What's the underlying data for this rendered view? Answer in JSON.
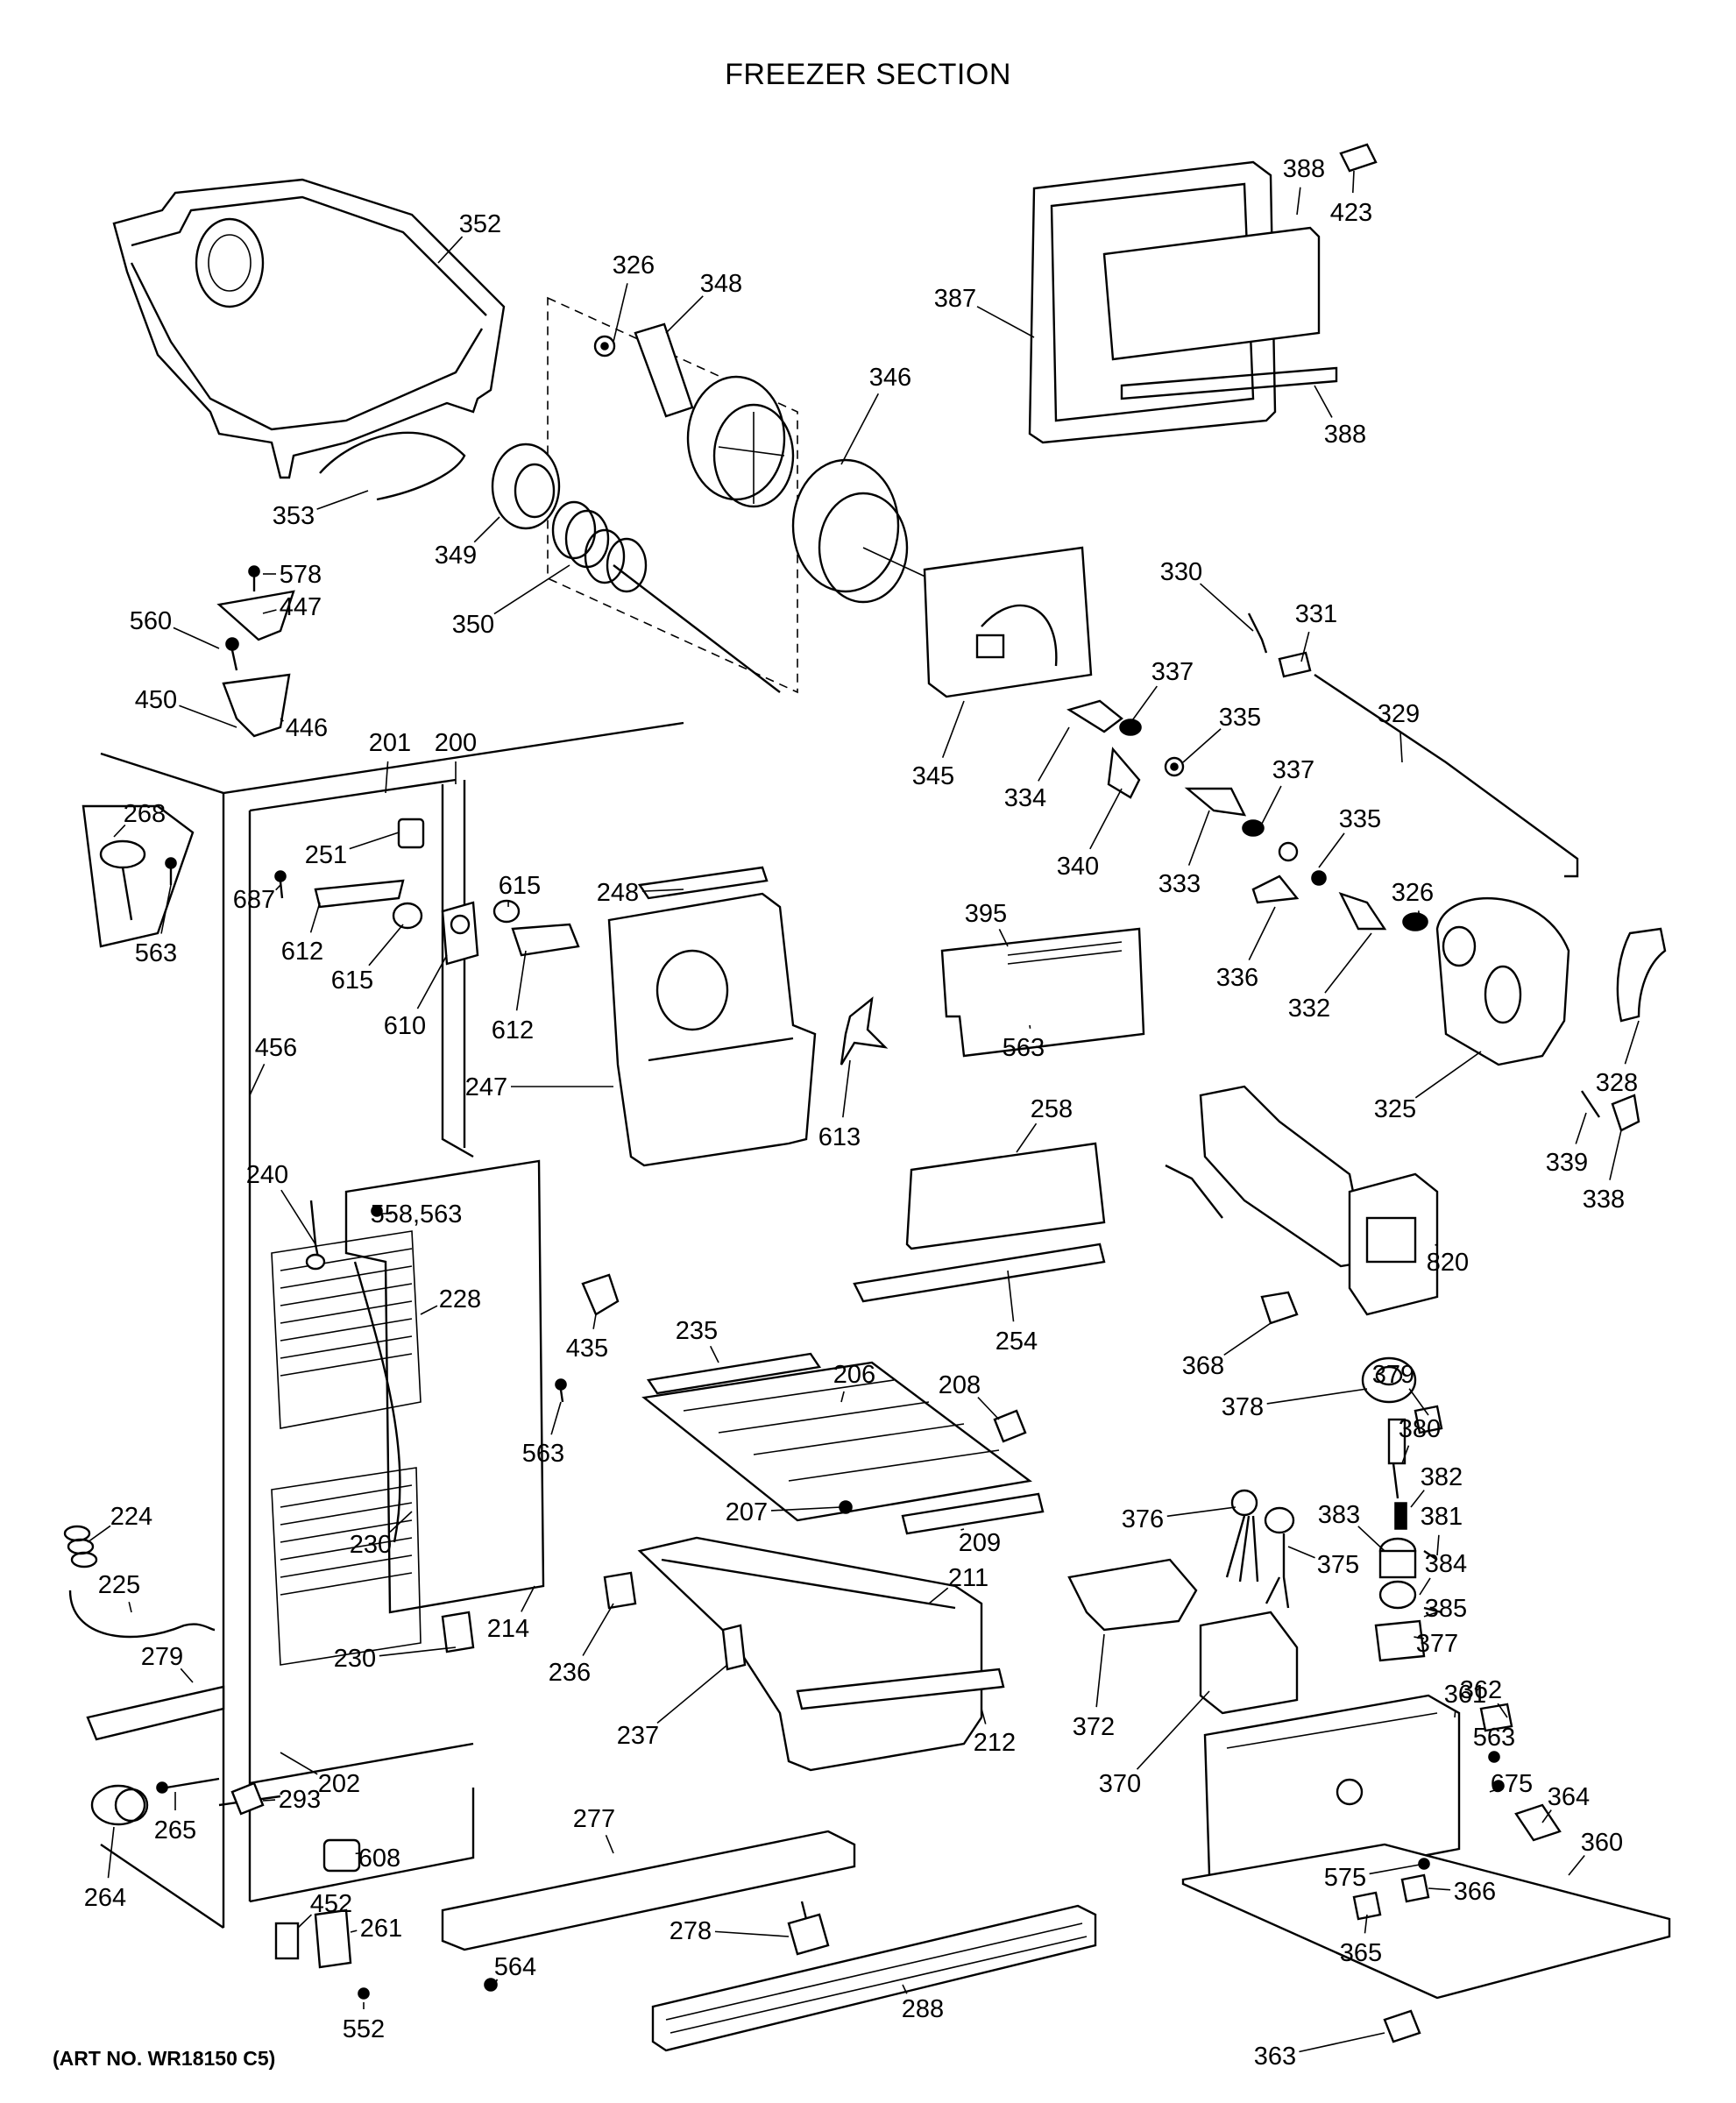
{
  "title": "FREEZER SECTION",
  "footer": "(ART NO. WR18150 C5)",
  "labels": [
    "352",
    "326",
    "348",
    "346",
    "388",
    "423",
    "387",
    "388",
    "353",
    "349",
    "350",
    "578",
    "447",
    "560",
    "450",
    "446",
    "330",
    "331",
    "337",
    "335",
    "329",
    "345",
    "334",
    "340",
    "333",
    "337",
    "335",
    "336",
    "332",
    "326",
    "325",
    "328",
    "339",
    "338",
    "201",
    "200",
    "268",
    "251",
    "687",
    "612",
    "615",
    "615",
    "610",
    "612",
    "563",
    "456",
    "248",
    "247",
    "613",
    "395",
    "563",
    "258",
    "820",
    "254",
    "368",
    "240",
    "558,563",
    "228",
    "230",
    "214",
    "563",
    "435",
    "235",
    "206",
    "208",
    "207",
    "209",
    "211",
    "212",
    "236",
    "237",
    "224",
    "225",
    "279",
    "230",
    "202",
    "293",
    "265",
    "264",
    "378",
    "379",
    "380",
    "382",
    "381",
    "376",
    "383",
    "375",
    "384",
    "385",
    "377",
    "372",
    "370",
    "361",
    "362",
    "563",
    "675",
    "364",
    "360",
    "575",
    "366",
    "365",
    "363",
    "277",
    "278",
    "608",
    "452",
    "261",
    "564",
    "552",
    "288"
  ]
}
